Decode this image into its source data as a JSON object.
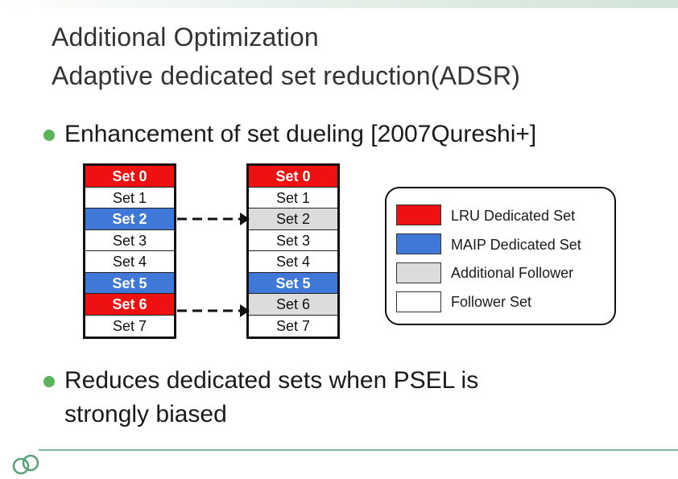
{
  "slide": {
    "title_line_1": "Additional Optimization",
    "title_line_2": "Adaptive dedicated set reduction(ADSR)"
  },
  "bullets": [
    {
      "text": "Enhancement of set dueling [2007Qureshi+]"
    },
    {
      "text_line_1": "Reduces dedicated sets when PSEL is",
      "text_line_2": "strongly biased"
    }
  ],
  "left_sets": [
    {
      "label": "Set 0",
      "type": "lru"
    },
    {
      "label": "Set 1",
      "type": "follower"
    },
    {
      "label": "Set 2",
      "type": "maip"
    },
    {
      "label": "Set 3",
      "type": "follower"
    },
    {
      "label": "Set 4",
      "type": "follower"
    },
    {
      "label": "Set 5",
      "type": "maip"
    },
    {
      "label": "Set 6",
      "type": "lru"
    },
    {
      "label": "Set 7",
      "type": "follower"
    }
  ],
  "right_sets": [
    {
      "label": "Set 0",
      "type": "lru"
    },
    {
      "label": "Set 1",
      "type": "follower"
    },
    {
      "label": "Set 2",
      "type": "additional"
    },
    {
      "label": "Set 3",
      "type": "follower"
    },
    {
      "label": "Set 4",
      "type": "follower"
    },
    {
      "label": "Set 5",
      "type": "maip"
    },
    {
      "label": "Set 6",
      "type": "additional"
    },
    {
      "label": "Set 7",
      "type": "follower"
    }
  ],
  "legend": [
    {
      "label": "LRU Dedicated Set",
      "type": "lru"
    },
    {
      "label": "MAIP Dedicated Set",
      "type": "maip"
    },
    {
      "label": "Additional Follower",
      "type": "additional"
    },
    {
      "label": "Follower Set",
      "type": "follower"
    }
  ],
  "colors": {
    "lru": "#ee1111",
    "maip": "#3f78d8",
    "additional": "#dcdcdc",
    "follower": "#ffffff",
    "bullet": "#5ab45a",
    "rule": "#7fb89a"
  }
}
